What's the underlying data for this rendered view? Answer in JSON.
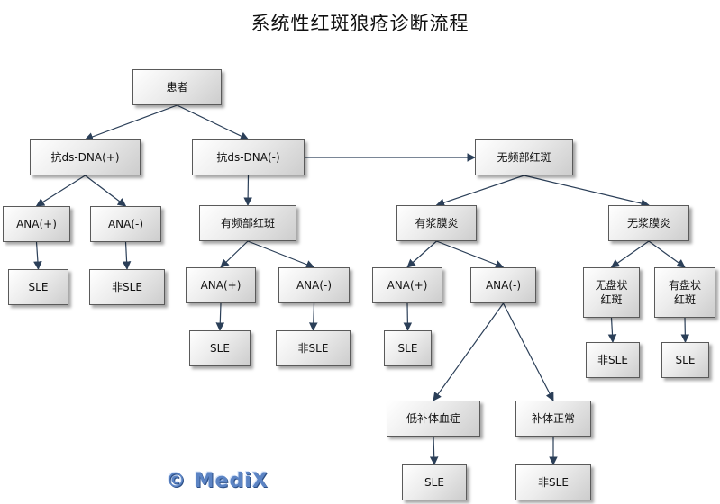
{
  "title": "系统性红斑狼疮诊断流程",
  "watermark": "© MediX",
  "nodes": {
    "patient": "患者",
    "anti_dsdna_pos": "抗ds-DNA(+)",
    "anti_dsdna_neg": "抗ds-DNA(-)",
    "no_malar_rash": "无频部红斑",
    "ana_pos_1": "ANA(+)",
    "ana_neg_1": "ANA(-)",
    "malar_rash": "有频部红斑",
    "serositis": "有浆膜炎",
    "no_serositis": "无浆膜炎",
    "sle_1": "SLE",
    "non_sle_1": "非SLE",
    "ana_pos_2": "ANA(+)",
    "ana_neg_2": "ANA(-)",
    "ana_pos_3": "ANA(+)",
    "ana_neg_3": "ANA(-)",
    "no_discoid": "无盘状\n红斑",
    "discoid": "有盘状\n红斑",
    "sle_2": "SLE",
    "non_sle_2": "非SLE",
    "sle_3": "SLE",
    "non_sle_3": "非SLE",
    "sle_4": "SLE",
    "low_complement": "低补体血症",
    "normal_complement": "补体正常",
    "sle_5": "SLE",
    "non_sle_4": "非SLE"
  },
  "edges": [
    [
      "patient",
      "anti_dsdna_pos"
    ],
    [
      "patient",
      "anti_dsdna_neg"
    ],
    [
      "anti_dsdna_neg",
      "no_malar_rash"
    ],
    [
      "anti_dsdna_pos",
      "ana_pos_1"
    ],
    [
      "anti_dsdna_pos",
      "ana_neg_1"
    ],
    [
      "anti_dsdna_neg",
      "malar_rash"
    ],
    [
      "no_malar_rash",
      "serositis"
    ],
    [
      "no_malar_rash",
      "no_serositis"
    ],
    [
      "ana_pos_1",
      "sle_1"
    ],
    [
      "ana_neg_1",
      "non_sle_1"
    ],
    [
      "malar_rash",
      "ana_pos_2"
    ],
    [
      "malar_rash",
      "ana_neg_2"
    ],
    [
      "serositis",
      "ana_pos_3"
    ],
    [
      "serositis",
      "ana_neg_3"
    ],
    [
      "no_serositis",
      "no_discoid"
    ],
    [
      "no_serositis",
      "discoid"
    ],
    [
      "ana_pos_2",
      "sle_2"
    ],
    [
      "ana_neg_2",
      "non_sle_2"
    ],
    [
      "ana_pos_3",
      "sle_3"
    ],
    [
      "no_discoid",
      "non_sle_3"
    ],
    [
      "discoid",
      "sle_4"
    ],
    [
      "ana_neg_3",
      "low_complement"
    ],
    [
      "ana_neg_3",
      "normal_complement"
    ],
    [
      "low_complement",
      "sle_5"
    ],
    [
      "normal_complement",
      "non_sle_4"
    ]
  ]
}
